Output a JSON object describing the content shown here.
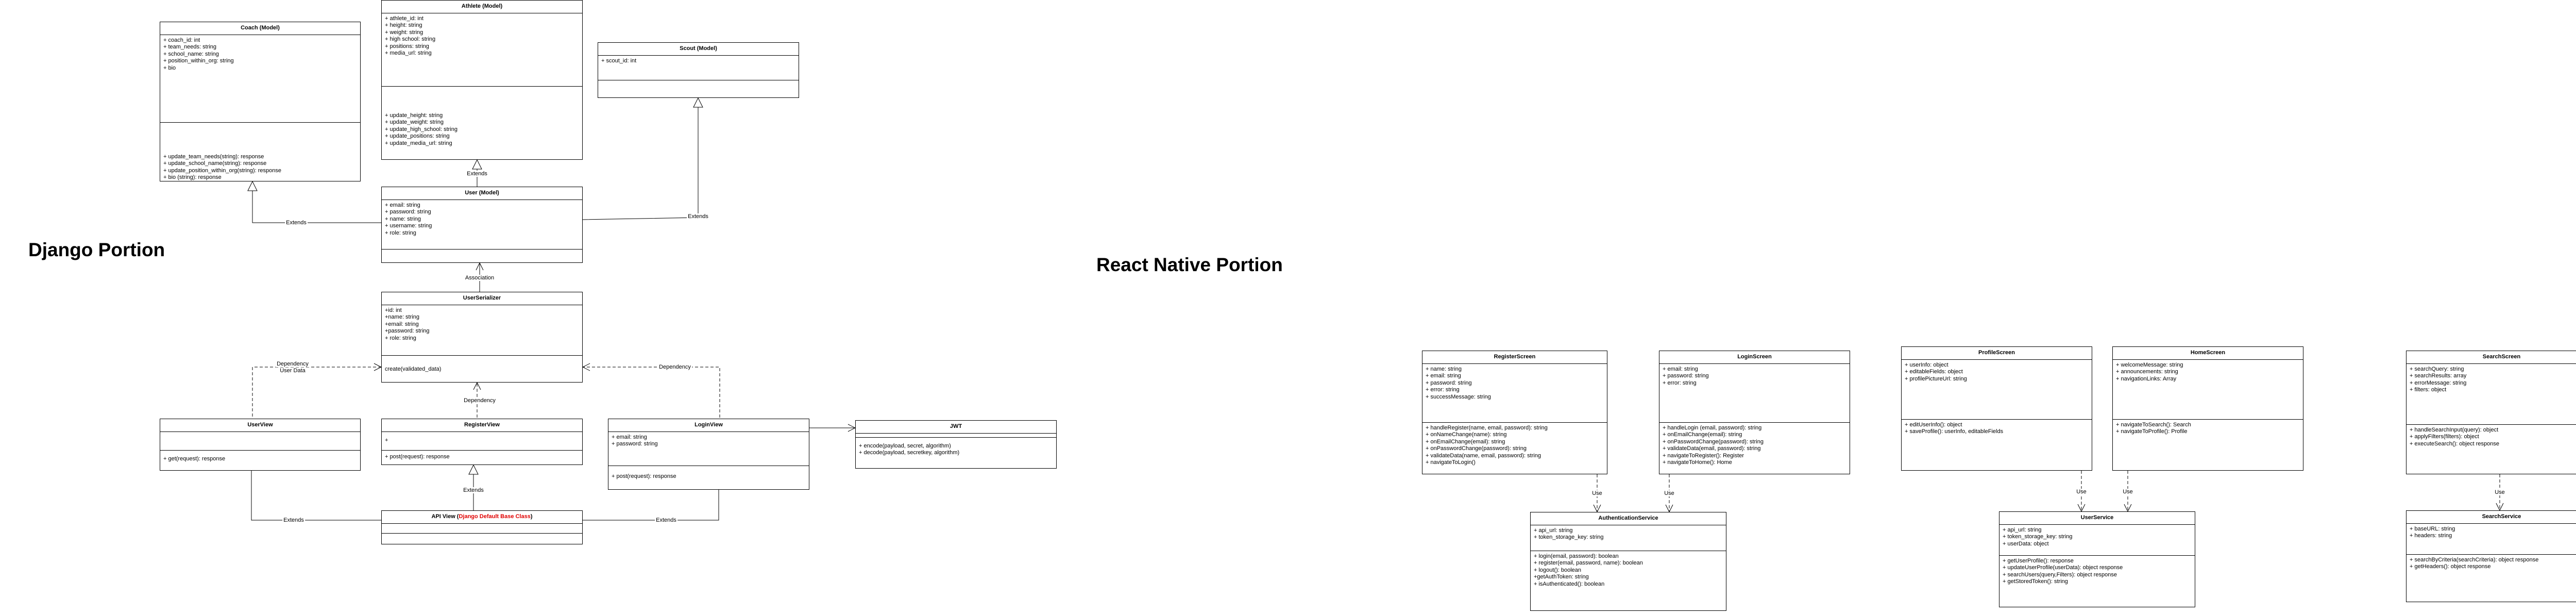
{
  "titles": {
    "django": "Django Portion",
    "react": "React Native Portion"
  },
  "classes": {
    "coach": {
      "name": "Coach (Model)",
      "attributes": [
        "+ coach_id: int",
        "+ team_needs: string",
        "+ school_name: string",
        "+ position_within_org: string",
        "+ bio"
      ],
      "methods": [
        "+ update_team_needs(string): response",
        "+ update_school_name(string): response",
        "+ update_position_within_org(string): response",
        "+ bio (string): response"
      ]
    },
    "athlete": {
      "name": "Athlete (Model)",
      "attributes": [
        "+ athlete_id: int",
        "+ height: string",
        "+ weight: string",
        "+ high school: string",
        "+ positions: string",
        "+ media_url: string"
      ],
      "methods": [
        "+ update_height: string",
        "+ update_weight: string",
        "+ update_high_school: string",
        "+ update_positions: string",
        "+ update_media_url: string"
      ]
    },
    "scout": {
      "name": "Scout (Model)",
      "attributes": [
        "+ scout_id: int"
      ],
      "methods": []
    },
    "user": {
      "name": "User (Model)",
      "attributes": [
        "+ email: string",
        "+ password: string",
        "+ name: string",
        "+ username: string",
        "+ role: string"
      ],
      "methods": []
    },
    "userserializer": {
      "name": "UserSerializer",
      "attributes": [
        "+id: int",
        "+name: string",
        "+email: string",
        "+password: string",
        "+ role: string"
      ],
      "methods": [
        "create(validated_data)"
      ]
    },
    "userview": {
      "name": "UserView",
      "attributes": [],
      "methods": [
        "+ get(request): response"
      ]
    },
    "registerview": {
      "name": "RegisterView",
      "attributes": [
        "+"
      ],
      "methods": [
        "+ post(request): response"
      ]
    },
    "loginview": {
      "name": "LoginView",
      "attributes": [
        "+ email: string",
        "+ password: string"
      ],
      "methods": [
        "+ post(request): response"
      ]
    },
    "jwt": {
      "name": "JWT",
      "attributes": [],
      "methods": [
        "+ encode(payload, secret, algorithm)",
        "+ decode(payload, secretkey, algorithm)"
      ]
    },
    "apiview": {
      "name_prefix": "API View (",
      "name_red": "Django Default Base Class",
      "name_suffix": ")",
      "attributes": [],
      "methods": []
    },
    "registerscreen": {
      "name": "RegisterScreen",
      "attributes": [
        "+ name: string",
        "+ email: string",
        "+ password: string",
        "+ error: string",
        "+ successMessage: string"
      ],
      "methods": [
        "+ handleRegister(name, email, password): string",
        "+ onNameChange(name): string",
        "+ onEmailChange(email): string",
        "+ onPasswordChange(password): string",
        "+ validateData(name, email, password): string",
        "+ navigateToLogin()"
      ]
    },
    "loginscreen": {
      "name": "LoginScreen",
      "attributes": [
        "+ email: string",
        "+ password: string",
        "+ error: string"
      ],
      "methods": [
        "+ handleLogin (email, password): string",
        "+ onEmailChange(email): string",
        "+ onPasswordChange(password): string",
        "+ validateData(email, password): string",
        "+ navigateToRegister(): Register",
        "+ navigateToHome(): Home"
      ]
    },
    "profilescreen": {
      "name": "ProfileScreen",
      "attributes": [
        "+ userInfo: object",
        "+ editableFields: object",
        "+ profilePictureUrl: string"
      ],
      "methods": [
        "+ editUserInfo(): object",
        "+ saveProfile(): userInfo, editableFields"
      ]
    },
    "homescreen": {
      "name": "HomeScreen",
      "attributes": [
        "+ welcomeMessage: string",
        "+ announcements: string",
        "+ navigationLinks: Array"
      ],
      "methods": [
        "+ navigateToSearch(): Search",
        "+ navigateToProfile(): Profile"
      ]
    },
    "searchscreen": {
      "name": "SearchScreen",
      "attributes": [
        "+ searchQuery: string",
        "+ searchResults: array",
        "+ errorMessage: string",
        "+ filters: object"
      ],
      "methods": [
        "+ handleSearchInput(query): object",
        "+ applyFilters(filters): object",
        "+ executeSearch(): object response"
      ]
    },
    "authservice": {
      "name": "AuthenticationService",
      "attributes": [
        "+ api_url: string",
        "+ token_storage_key: string"
      ],
      "methods": [
        "+ login(email, password): boolean",
        "+ register(email, password, name): boolean",
        "+ logout(): boolean",
        "+getAuthToken: string",
        "+ isAuthenticated(): boolean"
      ]
    },
    "userservice": {
      "name": "UserService",
      "attributes": [
        "+ api_url: string",
        "+ token_storage_key: string",
        "+ userData: object"
      ],
      "methods": [
        "+ getUserProfile(): response",
        "+ updateUserProfile(userData): object response",
        "+ searchUsers(query,Filters): object response",
        "+ getStoredToken(): string"
      ]
    },
    "searchservice": {
      "name": "SearchService",
      "attributes": [
        "+ baseURL: string",
        "+ headers: string"
      ],
      "methods": [
        "+ searchByCriteria(searchCriteria): object response",
        "+ getHeaders(): object response"
      ]
    }
  },
  "edge_labels": {
    "coach_user": "Extends",
    "athlete_user": "Extends",
    "scout_user": "Extends",
    "serializer_user": "Association",
    "userview_serializer_1": "Dependency",
    "userview_serializer_2": "User Data",
    "register_serializer": "Dependency",
    "login_serializer": "Dependency",
    "api_register": "Extends",
    "api_userview": "Extends",
    "api_loginview": "Extends",
    "register_auth": "Use",
    "login_auth": "Use",
    "profile_userservice": "Use",
    "home_userservice": "Use",
    "search_searchservice": "Use"
  }
}
